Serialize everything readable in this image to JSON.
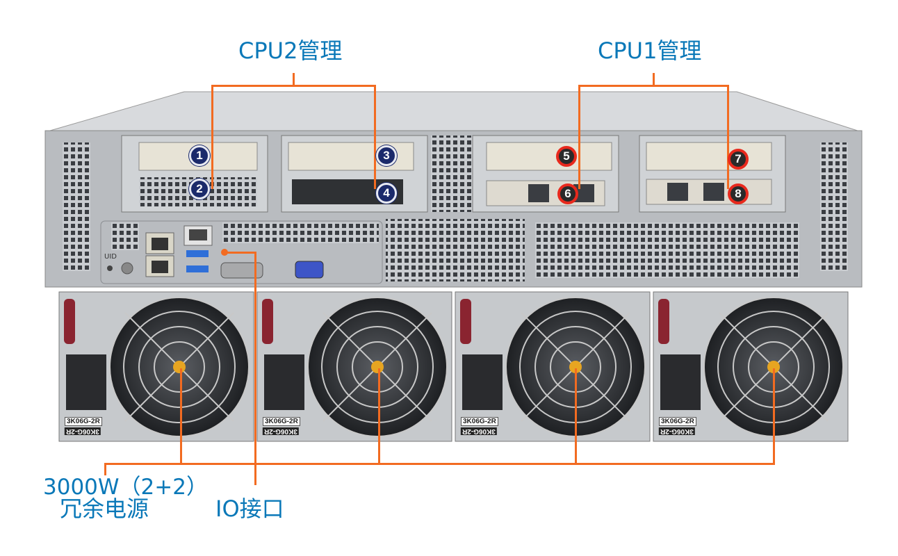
{
  "labels": {
    "cpu2_management": "CPU2管理",
    "cpu1_management": "CPU1管理",
    "psu_line1": "3000W（2+2）",
    "psu_line2": "冗余电源",
    "io_ports": "IO接口"
  },
  "slots": {
    "cpu2": [
      "1",
      "2",
      "3",
      "4"
    ],
    "cpu1": [
      "5",
      "6",
      "7",
      "8"
    ]
  },
  "panel_text": {
    "uid": "UID"
  },
  "psus": [
    {
      "model": "3K06G-2R"
    },
    {
      "model": "3K06G-2R"
    },
    {
      "model": "3K06G-2R"
    },
    {
      "model": "3K06G-2R"
    }
  ],
  "colors": {
    "accent_line": "#f26b21",
    "label_text": "#0a78b8",
    "cpu2_badge": "#1b2a6b",
    "cpu1_badge_ring": "#e8291d"
  }
}
